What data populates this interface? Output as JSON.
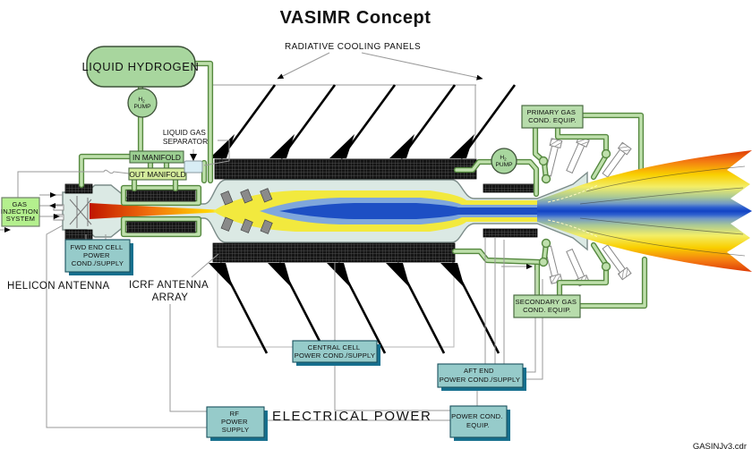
{
  "title": "VASIMR Concept",
  "footer": "GASINJv3.cdr",
  "colors": {
    "box_green": "#b7dcab",
    "gas_injection_green": "#b4f08e",
    "teal_fill": "#96cbca",
    "teal_shadow": "#17708e",
    "pipe_green": "#bfe0ac",
    "plume_core_blue": "#1243c4",
    "plume_outer_red": "#dd3b06",
    "chamber_fill": "#dbe9e4"
  },
  "labels": {
    "radiative_cooling": "RADIATIVE COOLING PANELS",
    "helicon": "HELICON ANTENNA",
    "icrf_1": "ICRF ANTENNA",
    "icrf_2": "ARRAY",
    "electrical_power": "ELECTRICAL POWER",
    "liquid_gas_sep_1": "LIQUID GAS",
    "liquid_gas_sep_2": "SEPARATOR"
  },
  "components": {
    "tank": {
      "label": "LIQUID HYDROGEN"
    },
    "pump_fwd": {
      "l1": "H",
      "sub": "2",
      "l2": "PUMP"
    },
    "pump_aft": {
      "l1": "H",
      "sub": "2",
      "l2": "PUMP"
    },
    "in_manifold": {
      "label": "IN MANIFOLD"
    },
    "out_manifold": {
      "label": "OUT MANIFOLD"
    },
    "gas_injection": {
      "l1": "GAS",
      "l2": "INJECTION",
      "l3": "SYSTEM"
    },
    "primary_gas": {
      "l1": "PRIMARY GAS",
      "l2": "COND. EQUIP."
    },
    "secondary_gas": {
      "l1": "SECONDARY GAS",
      "l2": "COND. EQUIP."
    },
    "fwd_cell": {
      "l1": "FWD END CELL",
      "l2": "POWER",
      "l3": "COND./SUPPLY"
    },
    "central_cell": {
      "l1": "CENTRAL CELL",
      "l2": "POWER COND./SUPPLY"
    },
    "aft_end": {
      "l1": "AFT  END",
      "l2": "POWER COND./SUPPLY"
    },
    "rf_supply": {
      "l1": "RF",
      "l2": "POWER",
      "l3": "SUPPLY"
    },
    "power_cond": {
      "l1": "POWER COND.",
      "l2": "EQUIP."
    }
  }
}
